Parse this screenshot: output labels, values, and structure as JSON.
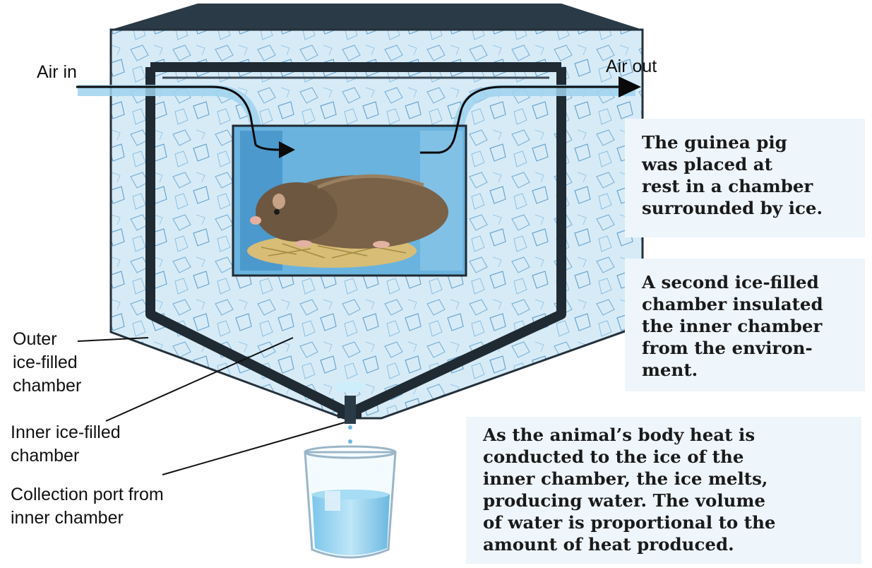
{
  "labels": {
    "air_in": "Air in",
    "air_out": "Air out",
    "outer_chamber": "Outer\nice-filled\nchamber",
    "inner_chamber": "Inner ice-filled\nchamber",
    "collection_port": "Collection port from\ninner chamber"
  },
  "notes": {
    "note1": "The guinea pig\nwas placed at\nrest in a chamber\nsurrounded by ice.",
    "note2": "A second ice-filled\nchamber insulated\nthe inner chamber\nfrom the environ-\nment.",
    "note3": "As the animal’s body heat is\nconducted to the ice of the\ninner chamber, the ice melts,\nproducing water. The volume\nof water is proportional to the\namount of heat produced."
  },
  "colors": {
    "ice": "#cfe6f5",
    "wall": "#1f2a33",
    "inner_box": "#5fa9d6",
    "water": "#8fd0ee",
    "note_bg": "#eef5fb"
  }
}
